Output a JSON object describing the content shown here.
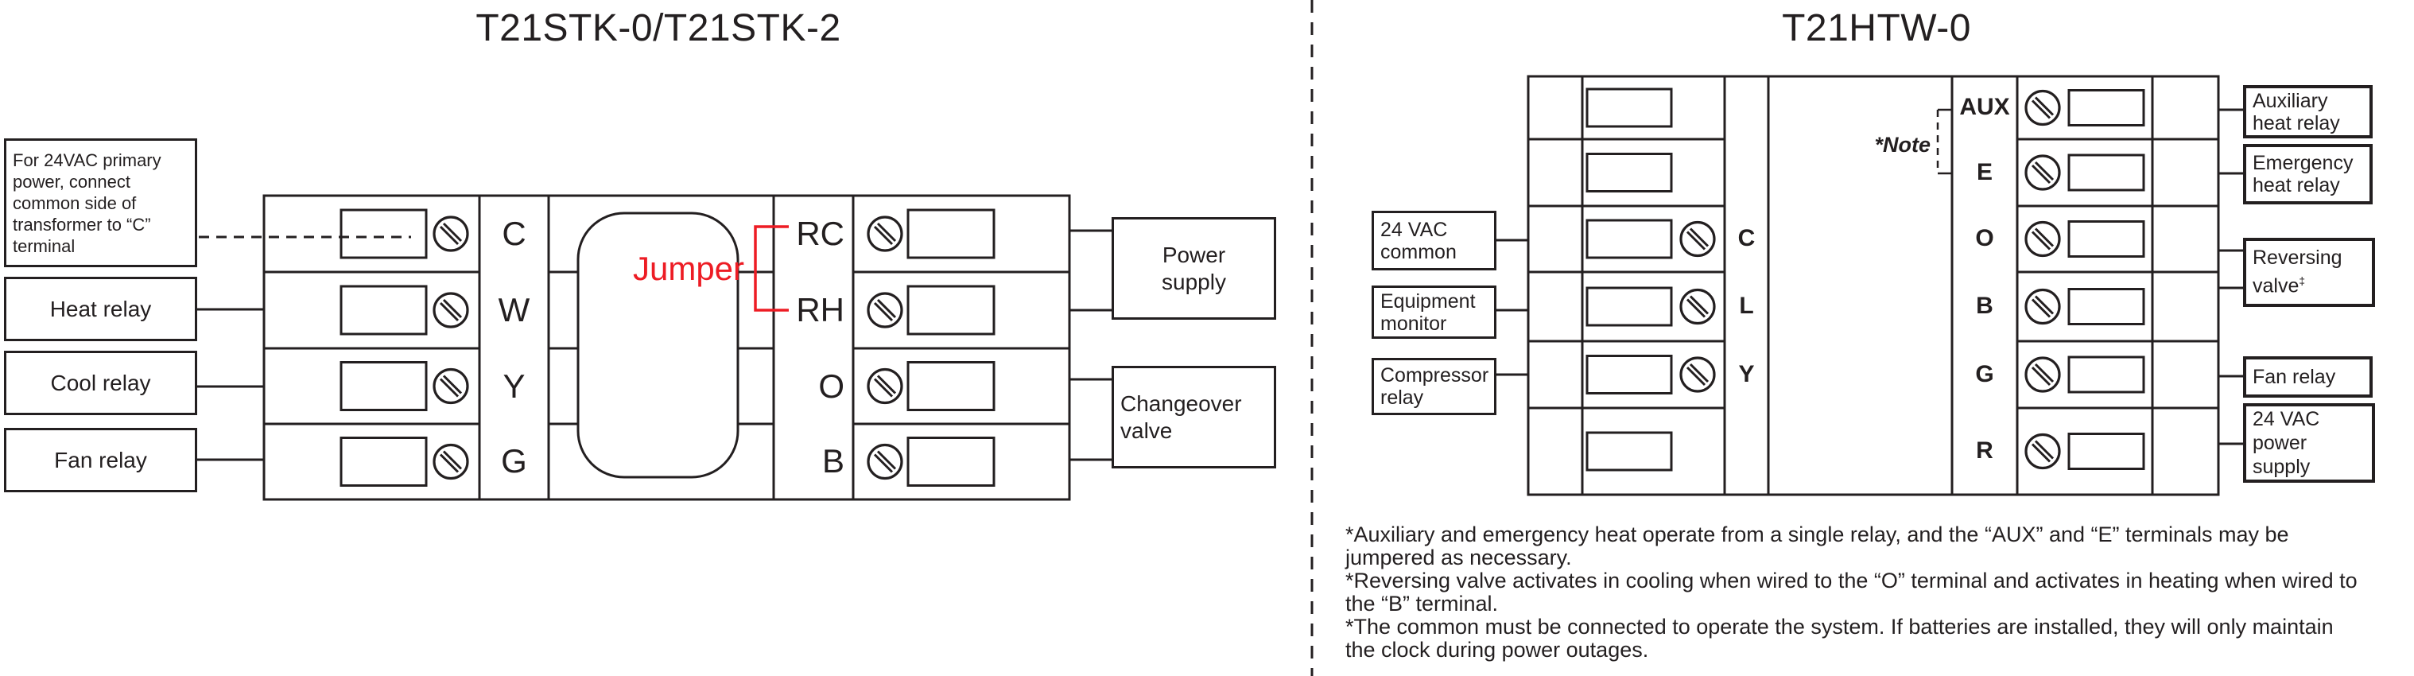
{
  "colors": {
    "line": "#231f20",
    "accent_red": "#ed1c24"
  },
  "left_diagram": {
    "title": "T21STK-0/T21STK-2",
    "info_box": "For 24VAC primary\npower, connect\ncommon side of\ntransformer to “C”\nterminal",
    "input_boxes": [
      {
        "label": "Heat relay"
      },
      {
        "label": "Cool relay"
      },
      {
        "label": "Fan relay"
      }
    ],
    "terminals_left": [
      {
        "label": "C"
      },
      {
        "label": "W"
      },
      {
        "label": "Y"
      },
      {
        "label": "G"
      }
    ],
    "terminals_right": [
      {
        "label": "RC"
      },
      {
        "label": "RH"
      },
      {
        "label": "O"
      },
      {
        "label": "B"
      }
    ],
    "jumper_label": "Jumper",
    "output_boxes": [
      {
        "label": "Power\nsupply"
      },
      {
        "label": "Changeover\nvalve"
      }
    ]
  },
  "right_diagram": {
    "title": "T21HTW-0",
    "note_label": "*Note",
    "input_boxes": [
      {
        "label": "24 VAC\ncommon"
      },
      {
        "label": "Equipment\nmonitor"
      },
      {
        "label": "Compressor\nrelay"
      }
    ],
    "terminals_left": [
      {
        "label": "C"
      },
      {
        "label": "L"
      },
      {
        "label": "Y"
      }
    ],
    "terminals_right": [
      {
        "label": "AUX"
      },
      {
        "label": "E"
      },
      {
        "label": "O"
      },
      {
        "label": "B"
      },
      {
        "label": "G"
      },
      {
        "label": "R"
      }
    ],
    "output_boxes": [
      {
        "label": "Auxiliary\nheat relay"
      },
      {
        "label": "Emergency\nheat relay"
      },
      {
        "label": "Reversing\nvalve",
        "sup": "‡"
      },
      {
        "label": "Fan relay"
      },
      {
        "label": "24 VAC\npower\nsupply"
      }
    ]
  },
  "footnotes": [
    "*Auxiliary and emergency heat operate from a single relay, and the “AUX” and “E” terminals may be jumpered as necessary.",
    "*Reversing valve activates in cooling when wired to the “O” terminal and activates in heating when wired to the “B” terminal.",
    "*The common must be connected to operate the system. If batteries are installed, they will only maintain the clock during power outages."
  ]
}
